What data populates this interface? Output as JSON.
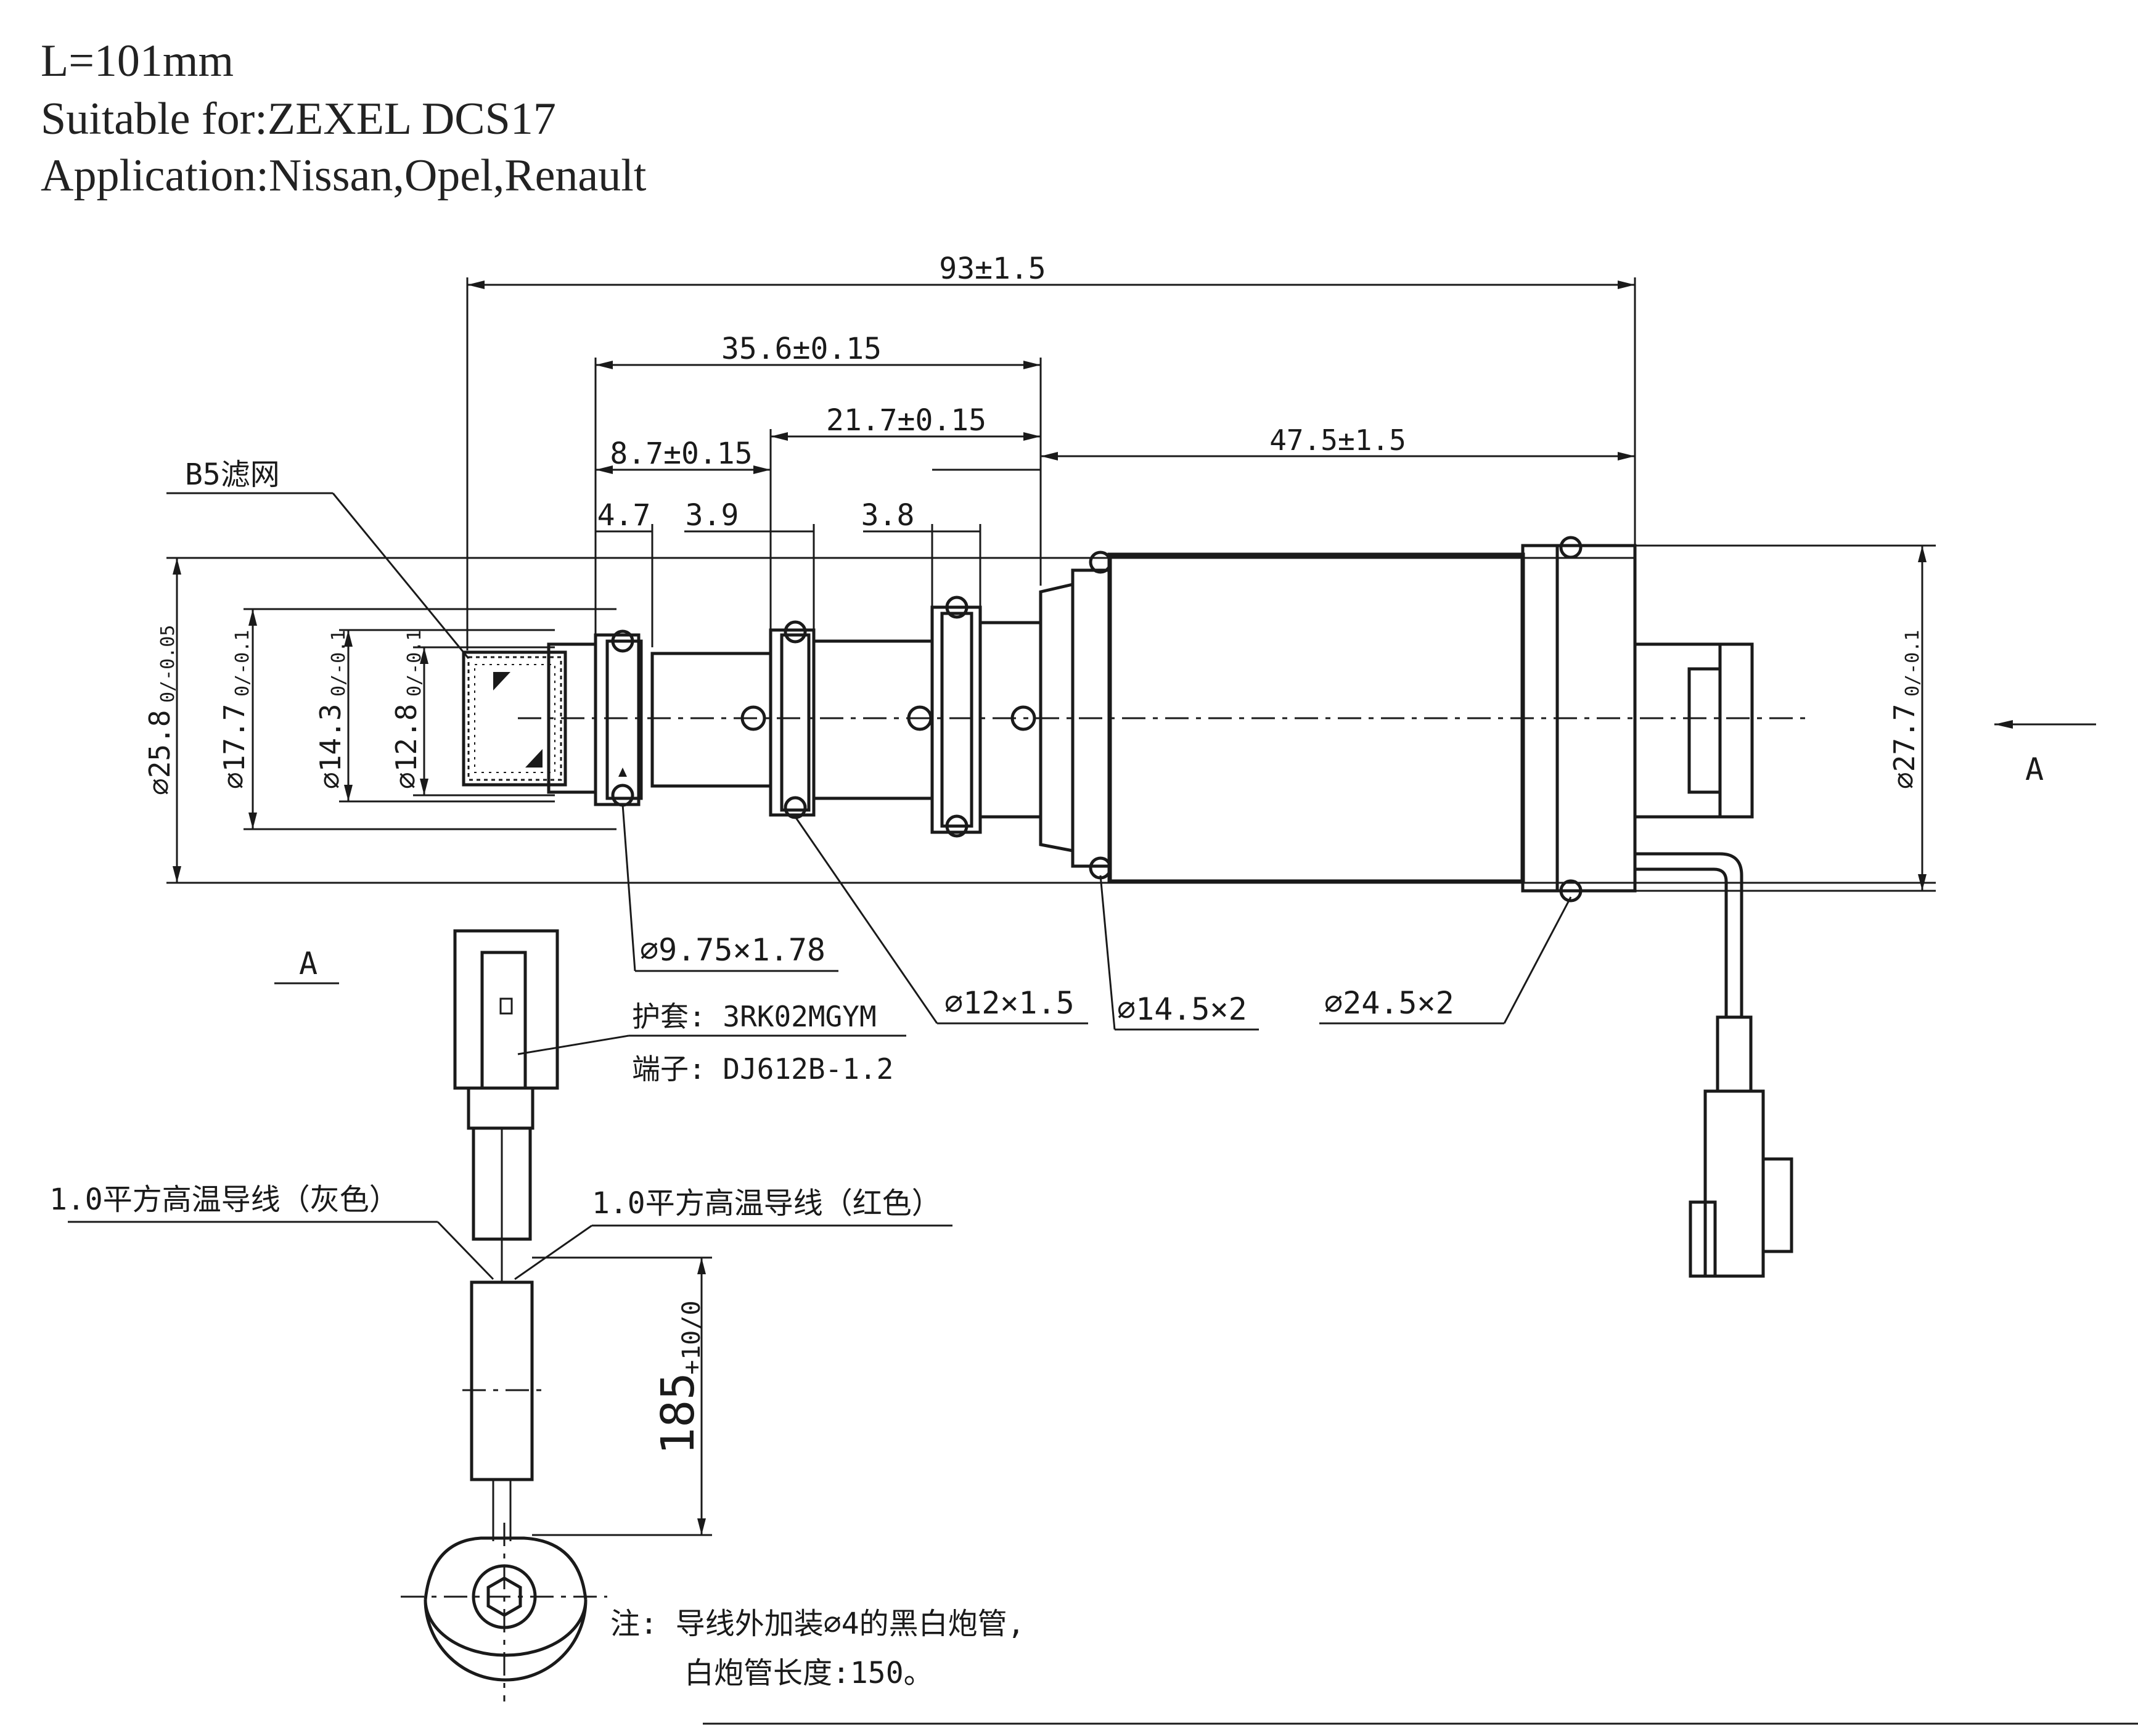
{
  "header": {
    "length": "L=101mm",
    "suitable": "Suitable for:ZEXEL DCS17",
    "application": "Application:Nissan,Opel,Renault"
  },
  "dims": {
    "overall": "93±1.5",
    "d35": "35.6±0.15",
    "d21": "21.7±0.15",
    "d8": "8.7±0.15",
    "d47": "47.5±1.5",
    "d4_7": "4.7",
    "d3_9": "3.9",
    "d3_8": "3.8",
    "dia25_8": "⌀25.8",
    "dia25_8_tol": "0/-0.05",
    "dia17_7": "⌀17.7",
    "dia17_7_tol": "0/-0.1",
    "dia14_3": "⌀14.3",
    "dia14_3_tol": "0/-0.1",
    "dia12_8": "⌀12.8",
    "dia12_8_tol": "0/-0.1",
    "dia27_7": "⌀27.7",
    "dia27_7_tol": "0/-0.1",
    "len185": "185",
    "len185_tol": "+10/0"
  },
  "callouts": {
    "filter": "B5滤网",
    "oring1": "⌀9.75×1.78",
    "oring2": "⌀12×1.5",
    "oring3": "⌀14.5×2",
    "oring4": "⌀24.5×2",
    "sheath": "护套: 3RK02MGYM",
    "terminal": "端子: DJ612B-1.2",
    "wire_gray": "1.0平方高温导线（灰色）",
    "wire_red": "1.0平方高温导线（红色）",
    "view_label": "A",
    "view_arrow_label": "A"
  },
  "note": {
    "line1": "注: 导线外加装⌀4的黑白炮管,",
    "line2": "白炮管长度:150。"
  }
}
